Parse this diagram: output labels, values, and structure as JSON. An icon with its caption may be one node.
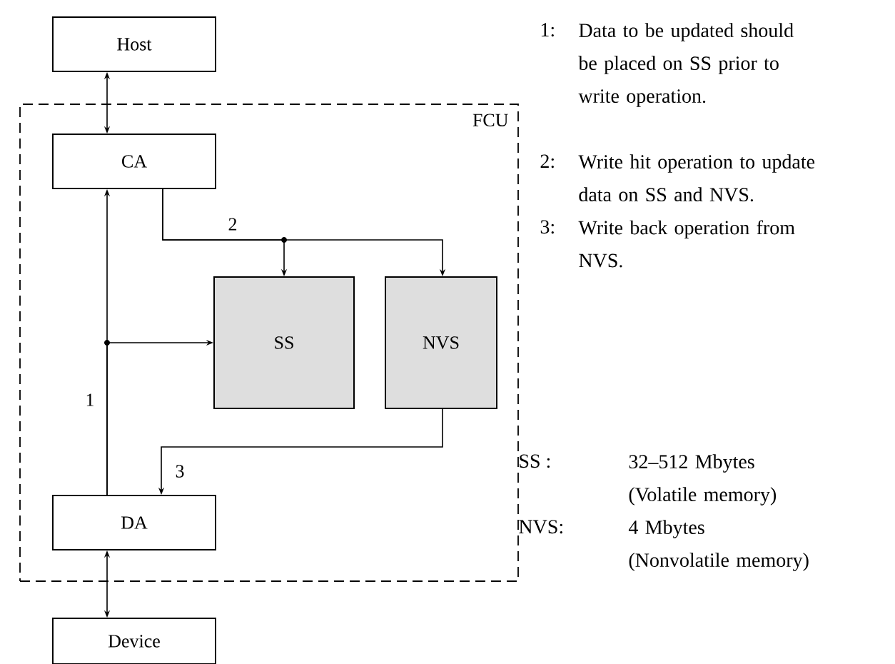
{
  "diagram": {
    "nodes": [
      {
        "text": [
          "Host"
        ]
      },
      {
        "text": [
          "FCU"
        ]
      },
      {
        "text": [
          "CA"
        ],
        "in": 1
      },
      {
        "text": [
          "SS"
        ],
        "in": 1
      },
      {
        "text": [
          "NVS"
        ],
        "in": 1
      },
      {
        "text": [
          "DA"
        ],
        "in": 1
      },
      {
        "text": [
          "Device"
        ]
      }
    ],
    "edges": [
      {
        "from": 0,
        "to": 2,
        "arrow": "both"
      },
      {
        "from": 5,
        "to": 2,
        "arrow": "to",
        "label": "1"
      },
      {
        "from": 5,
        "to": 3,
        "arrow": "to"
      },
      {
        "from": 2,
        "to": 3,
        "arrow": "to",
        "label": "2"
      },
      {
        "from": 2,
        "to": 4,
        "arrow": "to"
      },
      {
        "from": 4,
        "to": 5,
        "arrow": "to",
        "label": "3"
      },
      {
        "from": 5,
        "to": 6,
        "arrow": "both"
      }
    ],
    "labels": [
      "1:",
      "Data to be updated should be placed on SS prior to write operation.",
      "2:",
      "Write hit operation to update data on SS and NVS.",
      "3:",
      "Write back operation from NVS.",
      "SS :",
      "32–512 Mbytes (Volatile memory)",
      "NVS:",
      "4 Mbytes (Nonvolatile memory)"
    ]
  }
}
